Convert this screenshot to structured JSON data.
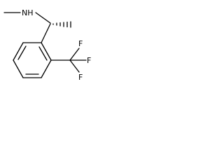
{
  "molecule": {
    "atoms": {
      "nh": "NH",
      "f1": "F",
      "f2": "F",
      "f3": "F"
    },
    "colors": {
      "bond": "#000000",
      "background": "#ffffff"
    }
  }
}
